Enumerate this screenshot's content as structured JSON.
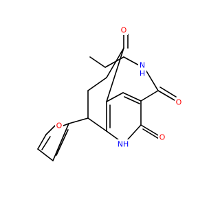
{
  "molecule": {
    "atom_labels": {
      "o_ketone": "O",
      "o_amide": "O",
      "n_amide": "N",
      "h_amide": "H",
      "nh_ring": "NH",
      "o_lactam": "O",
      "o_furan": "O"
    },
    "colors": {
      "bond": "#000000",
      "oxygen": "#ff0000",
      "nitrogen": "#0000ff"
    }
  }
}
